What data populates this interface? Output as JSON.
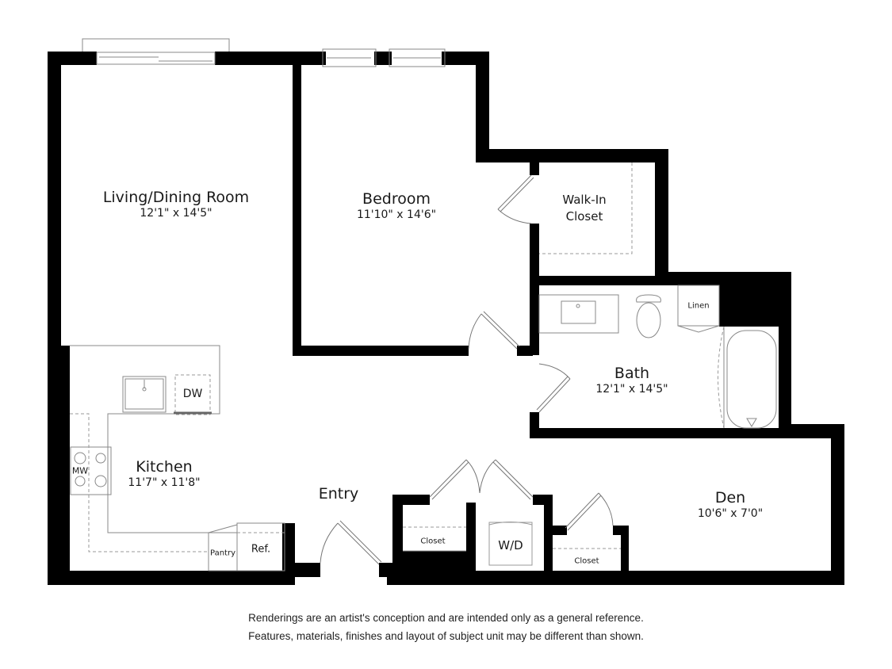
{
  "floorplan": {
    "rooms": [
      {
        "id": "living",
        "name": "Living/Dining Room",
        "dimensions": "12'1\" x 14'5\""
      },
      {
        "id": "bedroom",
        "name": "Bedroom",
        "dimensions": "11'10\" x 14'6\""
      },
      {
        "id": "walkin",
        "name": "Walk-In Closet"
      },
      {
        "id": "bath",
        "name": "Bath",
        "dimensions": "12'1\" x 14'5\""
      },
      {
        "id": "kitchen",
        "name": "Kitchen",
        "dimensions": "11'7\" x 11'8\""
      },
      {
        "id": "entry",
        "name": "Entry"
      },
      {
        "id": "den",
        "name": "Den",
        "dimensions": "10'6\" x 7'0\""
      }
    ],
    "walkin_line1": "Walk-In",
    "walkin_line2": "Closet",
    "fixtures": {
      "dishwasher": "DW",
      "microwave": "MW",
      "pantry": "Pantry",
      "refrigerator": "Ref.",
      "linen": "Linen",
      "washer_dryer": "W/D",
      "closet_left": "Closet",
      "closet_right": "Closet"
    },
    "colors": {
      "wall": "#000000",
      "fixture_line": "#888888",
      "background": "#ffffff"
    }
  },
  "disclaimer": {
    "line1": "Renderings are an artist's conception and are intended only as a general reference.",
    "line2": "Features, materials, finishes and layout of subject unit may be different than shown."
  }
}
